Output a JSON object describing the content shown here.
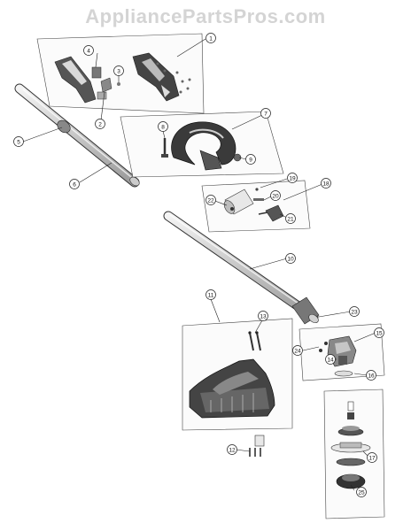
{
  "watermark": "AppliancePartsPros.com",
  "callouts": [
    {
      "id": "c1",
      "label": "1"
    },
    {
      "id": "c2",
      "label": "2"
    },
    {
      "id": "c3",
      "label": "3"
    },
    {
      "id": "c4",
      "label": "4"
    },
    {
      "id": "c5",
      "label": "5"
    },
    {
      "id": "c6",
      "label": "6"
    },
    {
      "id": "c7",
      "label": "7"
    },
    {
      "id": "c8",
      "label": "8"
    },
    {
      "id": "c9",
      "label": "9"
    },
    {
      "id": "c10",
      "label": "10"
    },
    {
      "id": "c11",
      "label": "11"
    },
    {
      "id": "c12",
      "label": "12"
    },
    {
      "id": "c13",
      "label": "13"
    },
    {
      "id": "c14",
      "label": "14"
    },
    {
      "id": "c15",
      "label": "15"
    },
    {
      "id": "c16",
      "label": "16"
    },
    {
      "id": "c17",
      "label": "17"
    },
    {
      "id": "c18",
      "label": "18"
    },
    {
      "id": "c19",
      "label": "19"
    },
    {
      "id": "c20",
      "label": "20"
    },
    {
      "id": "c21",
      "label": "21"
    },
    {
      "id": "c22",
      "label": "22"
    },
    {
      "id": "c23",
      "label": "23"
    },
    {
      "id": "c24",
      "label": "24"
    },
    {
      "id": "c25",
      "label": "25"
    }
  ]
}
